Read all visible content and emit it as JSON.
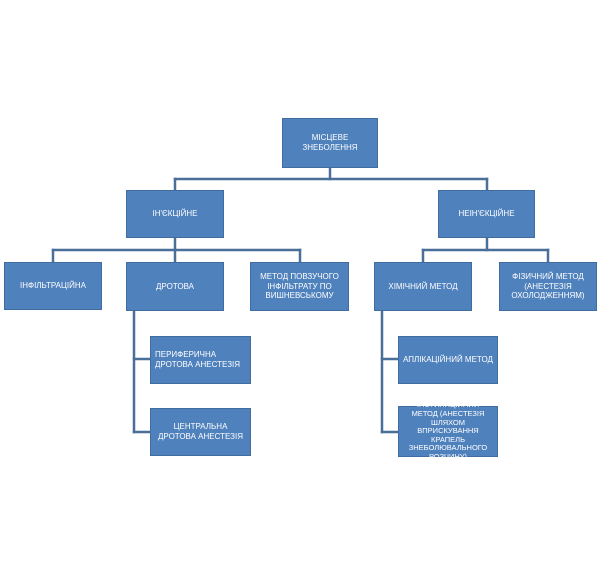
{
  "root": {
    "label": "МІСЦЕВЕ ЗНЕБОЛЕННЯ"
  },
  "injection": {
    "label": "ІН'ЄКЦІЙНЕ",
    "children": {
      "infiltration": "ІНФІЛЬТРАЦІЙНА",
      "conduction": {
        "label": "ДРОТОВА",
        "children": {
          "peripheral": "ПЕРИФЕРИЧНА ДРОТОВА АНЕСТЕЗІЯ",
          "central": "ЦЕНТРАЛЬНА ДРОТОВА АНЕСТЕЗІЯ"
        }
      },
      "vishnevsky": "МЕТОД ПОВЗУЧОГО ІНФІЛЬТРАТУ ПО ВИШНЕВСЬКОМУ"
    }
  },
  "non_injection": {
    "label": "НЕІН'ЄКЦІЙНЕ",
    "children": {
      "chemical": {
        "label": "ХІМІЧНИЙ МЕТОД",
        "children": {
          "application": "АПЛІКАЦІЙНИЙ МЕТОД",
          "instillation": "ІНСТИЛЯЦІЙНИЙ МЕТОД (АНЕСТЕЗІЯ ШЛЯХОМ ВПРИСКУВАННЯ КРАПЕЛЬ ЗНЕБОЛЮВАЛЬНОГО РОЗЧИНУ)"
        }
      },
      "physical": "ФІЗИЧНИЙ МЕТОД (АНЕСТЕЗІЯ ОХОЛОДЖЕННЯМ)"
    }
  },
  "colors": {
    "node_fill": "#4f81bd",
    "node_border": "#3f6d9f",
    "connector": "#4a6f99",
    "text": "#ffffff"
  }
}
